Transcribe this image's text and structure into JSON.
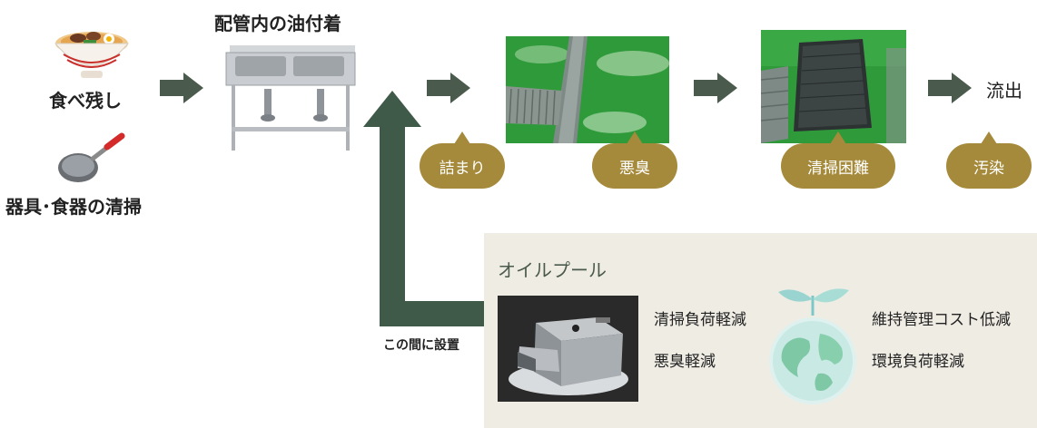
{
  "sources": {
    "leftovers_label": "食べ残し",
    "cleaning_label": "器具･食器の清掃"
  },
  "sink_label": "配管内の油付着",
  "outflow_label": "流出",
  "issues": [
    "詰まり",
    "悪臭",
    "清掃困難",
    "汚染"
  ],
  "install_label": "この間に設置",
  "oil_pool": {
    "title": "オイルプール",
    "benefits_left": [
      "清掃負荷軽減",
      "悪臭軽減"
    ],
    "benefits_right": [
      "維持管理コスト低減",
      "環境負荷軽減"
    ]
  },
  "colors": {
    "arrow": "#4a5a4c",
    "bubble": "#a68a3b",
    "panel": "#efece4",
    "floor_green": "#2f9a3a"
  }
}
